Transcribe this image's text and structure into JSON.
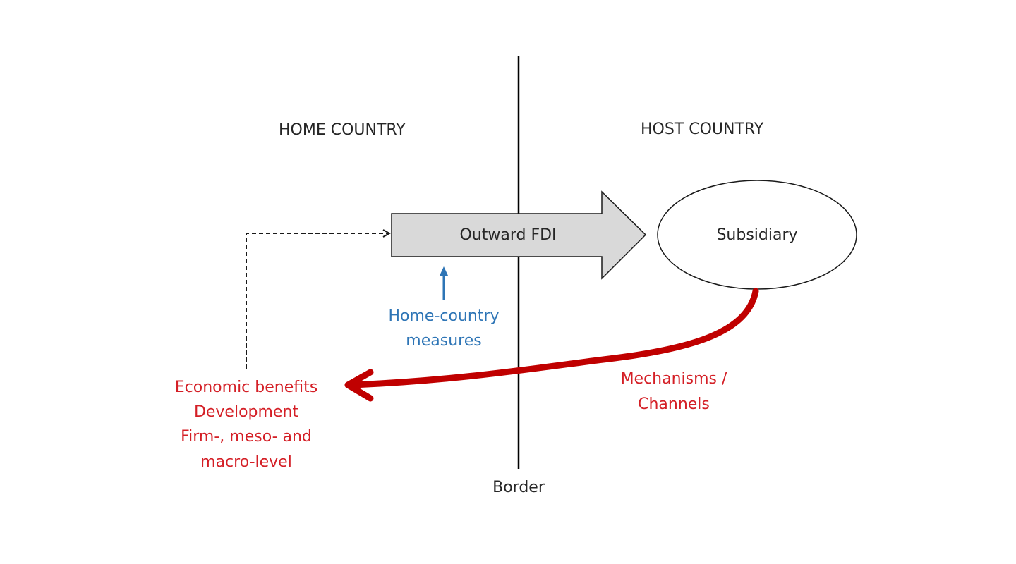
{
  "regions": {
    "home": "HOME COUNTRY",
    "host": "HOST COUNTRY",
    "border": "Border"
  },
  "nodes": {
    "outward_fdi": "Outward FDI",
    "subsidiary": "Subsidiary"
  },
  "home_measures": [
    "Home-country",
    "measures"
  ],
  "mechanisms": [
    "Mechanisms /",
    "Channels"
  ],
  "outcomes": [
    "Economic benefits",
    "Development",
    "Firm-, meso- and",
    "macro-level"
  ],
  "colors": {
    "text": "#262626",
    "red": "#c00000",
    "red_text": "#d41f26",
    "blue": "#2e75b6",
    "fdi_fill": "#d9d9d9",
    "stroke": "#1a1a1a"
  }
}
